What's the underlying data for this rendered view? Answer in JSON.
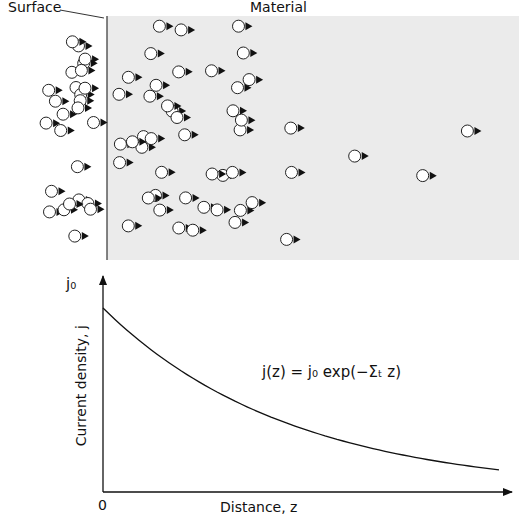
{
  "diagram": {
    "labels": [
      "Surface",
      "Material",
      "j₀",
      "Current density, j",
      "j(z) = j₀ exp(−Σₜ z)",
      "0",
      "Distance, z"
    ]
  }
}
